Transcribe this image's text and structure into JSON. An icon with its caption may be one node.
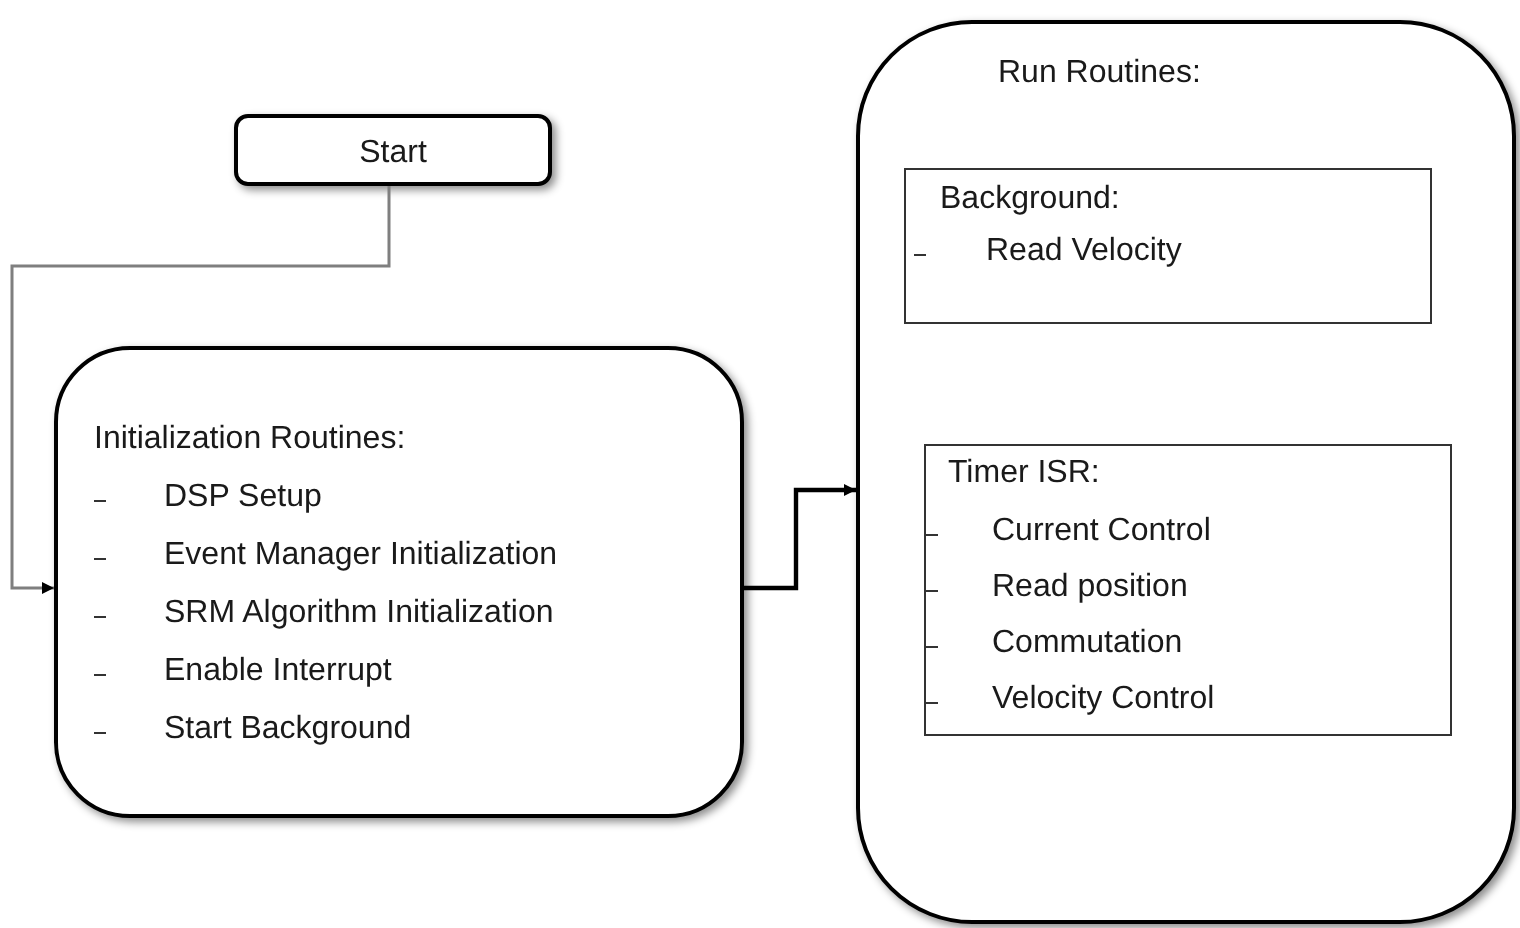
{
  "diagram": {
    "nodes": [
      {
        "text": [
          "Start"
        ]
      },
      {
        "text": [
          "Initialization  Routines:",
          "DSP Setup",
          "Event Manager Initialization",
          "SRM Algorithm Initialization",
          "Enable Interrupt",
          "Start Background"
        ]
      },
      {
        "text": [
          "Run Routines:"
        ]
      },
      {
        "text": [
          "Background:",
          "Read Velocity"
        ],
        "in": 2
      },
      {
        "text": [
          "Timer ISR:",
          "Current Control",
          "Read position",
          "Commutation",
          "Velocity Control"
        ],
        "in": 2
      }
    ],
    "edges": [
      {
        "from": 0,
        "to": 1,
        "arrow": "to",
        "color": "#7f7f7f"
      },
      {
        "from": 1,
        "to": 2,
        "arrow": "to",
        "color": "#000000"
      }
    ]
  }
}
